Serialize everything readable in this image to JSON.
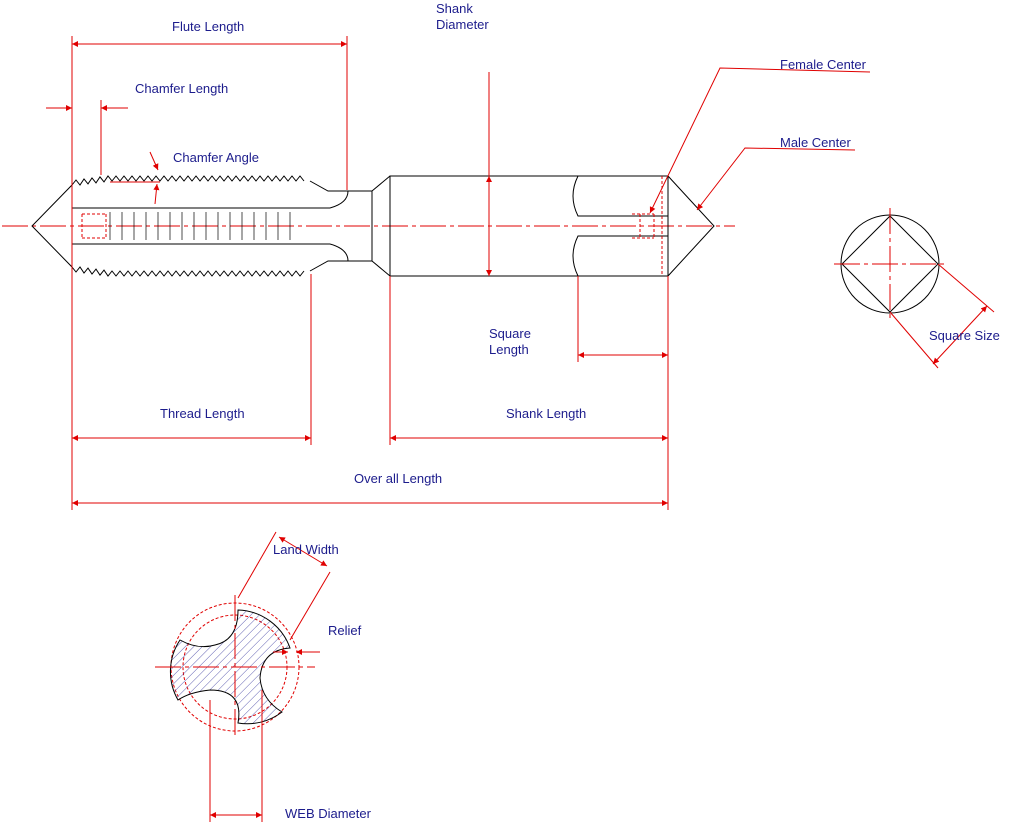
{
  "labels": {
    "flute_length": "Flute Length",
    "shank_diameter_1": "Shank",
    "shank_diameter_2": "Diameter",
    "chamfer_length": "Chamfer Length",
    "chamfer_angle": "Chamfer Angle",
    "female_center": "Female Center",
    "male_center": "Male Center",
    "square_length_1": "Square",
    "square_length_2": "Length",
    "square_size": "Square Size",
    "thread_length": "Thread Length",
    "shank_length": "Shank Length",
    "overall_length": "Over all Length",
    "land_width": "Land Width",
    "relief": "Relief",
    "web_diameter": "WEB Diameter"
  },
  "colors": {
    "outline": "#000000",
    "dimension": "#e00000",
    "text": "#1c1c8c",
    "hatch": "#3a3aa0"
  }
}
